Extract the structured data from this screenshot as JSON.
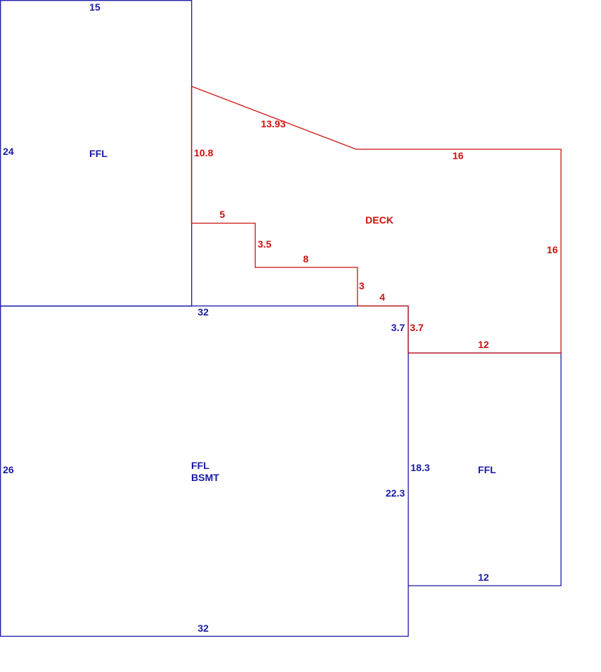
{
  "colors": {
    "area_blue": "#1a1aa6",
    "deck_red": "#cc1111",
    "background": "#ffffff"
  },
  "areas": {
    "upper_left": {
      "label": "FFL",
      "dim_top": "15",
      "dim_left": "24"
    },
    "basement": {
      "label_line1": "FFL",
      "label_line2": "BSMT",
      "dim_top": "32",
      "dim_bottom": "32",
      "dim_left": "26",
      "dim_right": "22.3",
      "dim_right_upper": "3.7"
    },
    "right_wing": {
      "label": "FFL",
      "dim_bottom": "12",
      "dim_left": "18.3"
    },
    "deck": {
      "label": "DECK",
      "dim_slope": "13.93",
      "dim_top": "16",
      "dim_right": "16",
      "dim_bottom": "12",
      "dim_left": "10.8",
      "dim_step1": "5",
      "dim_step2": "3.5",
      "dim_step3": "8",
      "dim_step4": "3",
      "dim_step5": "4",
      "dim_step6": "3.7"
    }
  }
}
